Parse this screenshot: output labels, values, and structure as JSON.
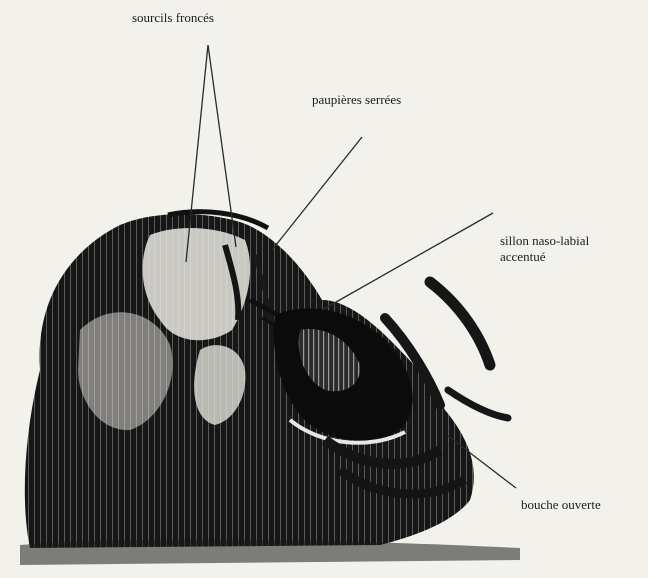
{
  "labels": {
    "sourcils": "sourcils froncés",
    "paupieres": "paupières serrées",
    "sillon_line1": "sillon naso-labial",
    "sillon_line2": "accentué",
    "bouche": "bouche ouverte"
  },
  "colors": {
    "paper": "#f2f1ec",
    "ink": "#1c1c1c",
    "leader_line": "#2a2a2a"
  }
}
